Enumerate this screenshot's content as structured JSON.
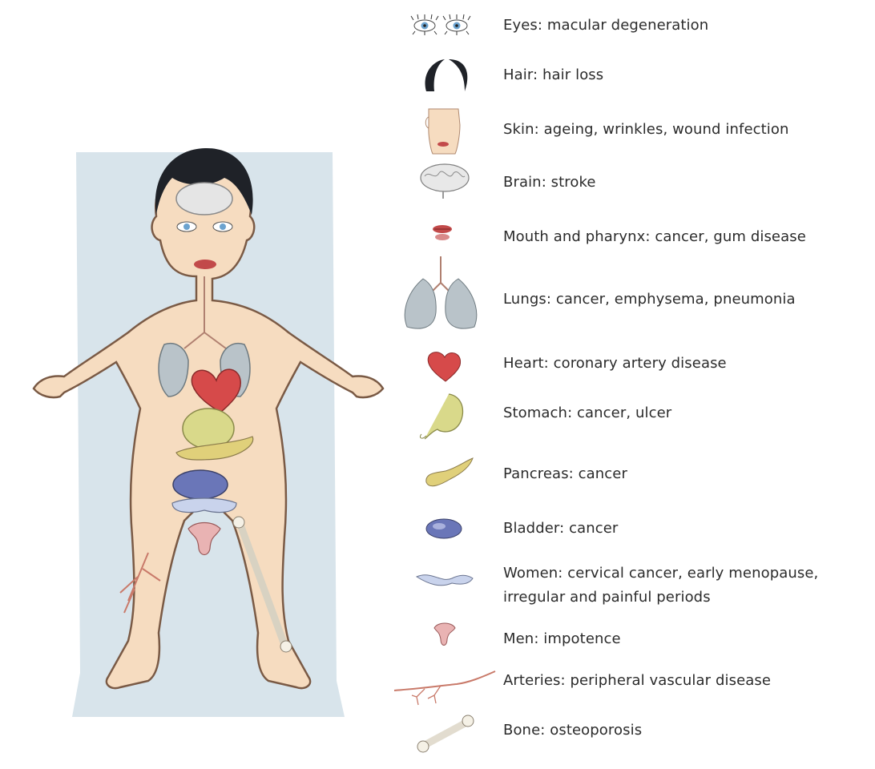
{
  "legend": {
    "items": [
      {
        "icon": "eyes-icon",
        "text": "Eyes: macular degeneration"
      },
      {
        "icon": "hair-icon",
        "text": "Hair: hair loss"
      },
      {
        "icon": "skin-icon",
        "text": "Skin: ageing, wrinkles, wound infection"
      },
      {
        "icon": "brain-icon",
        "text": "Brain: stroke"
      },
      {
        "icon": "mouth-icon",
        "text": "Mouth and pharynx: cancer, gum disease"
      },
      {
        "icon": "lungs-icon",
        "text": "Lungs: cancer, emphysema, pneumonia"
      },
      {
        "icon": "heart-icon",
        "text": "Heart: coronary artery disease"
      },
      {
        "icon": "stomach-icon",
        "text": "Stomach: cancer, ulcer"
      },
      {
        "icon": "pancreas-icon",
        "text": "Pancreas: cancer"
      },
      {
        "icon": "bladder-icon",
        "text": "Bladder: cancer"
      },
      {
        "icon": "uterus-icon",
        "text": "Women: cervical cancer, early menopause,",
        "text2": "irregular and painful periods"
      },
      {
        "icon": "penis-icon",
        "text": "Men: impotence"
      },
      {
        "icon": "arteries-icon",
        "text": "Arteries: peripheral vascular disease"
      },
      {
        "icon": "bone-icon",
        "text": "Bone: osteoporosis"
      }
    ]
  },
  "colors": {
    "skin": "#f6dcc0",
    "skin_outline": "#7a5a45",
    "hair": "#1f2228",
    "lung": "#b9c3c9",
    "heart": "#d64a4a",
    "stomach": "#d9d98a",
    "pancreas": "#e0d07a",
    "bladder": "#6a76b8",
    "uterus": "#c9d3ec",
    "penis": "#e9b3b3",
    "bone": "#f5f1e6",
    "backdrop": "#c7d8e3",
    "text": "#2b2b2b"
  }
}
